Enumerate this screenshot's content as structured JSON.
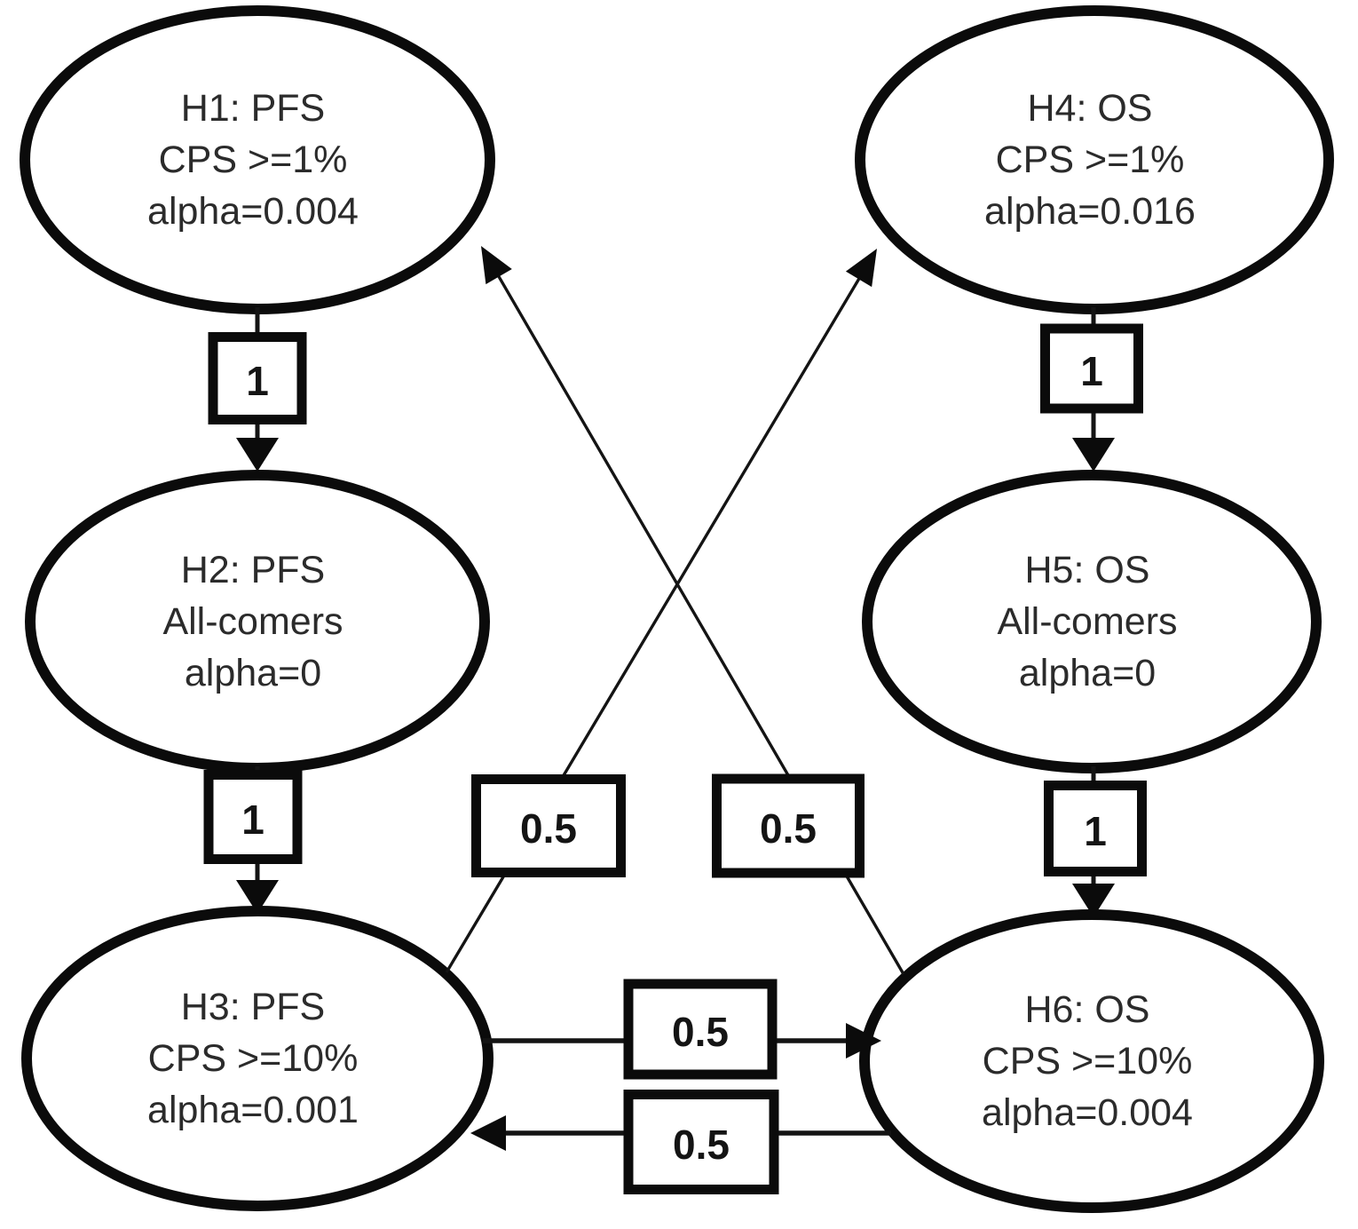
{
  "colors": {
    "background": "#ffffff",
    "stroke": "#0b0b0b",
    "edge_line": "#141414",
    "node_text": "#2b2b2b",
    "weight_text": "#141414"
  },
  "nodes": [
    {
      "id": "H1",
      "lines": [
        "H1: PFS",
        "CPS >=1%",
        "alpha=0.004"
      ]
    },
    {
      "id": "H2",
      "lines": [
        "H2: PFS",
        "All-comers",
        "alpha=0"
      ]
    },
    {
      "id": "H3",
      "lines": [
        "H3: PFS",
        "CPS >=10%",
        "alpha=0.001"
      ]
    },
    {
      "id": "H4",
      "lines": [
        "H4: OS",
        "CPS >=1%",
        "alpha=0.016"
      ]
    },
    {
      "id": "H5",
      "lines": [
        "H5: OS",
        "All-comers",
        "alpha=0"
      ]
    },
    {
      "id": "H6",
      "lines": [
        "H6: OS",
        "CPS >=10%",
        "alpha=0.004"
      ]
    }
  ],
  "edges": [
    {
      "from": "H1",
      "to": "H2",
      "weight": "1"
    },
    {
      "from": "H2",
      "to": "H3",
      "weight": "1"
    },
    {
      "from": "H4",
      "to": "H5",
      "weight": "1"
    },
    {
      "from": "H5",
      "to": "H6",
      "weight": "1"
    },
    {
      "from": "H3",
      "to": "H4",
      "weight": "0.5"
    },
    {
      "from": "H6",
      "to": "H1",
      "weight": "0.5"
    },
    {
      "from": "H3",
      "to": "H6",
      "weight": "0.5"
    },
    {
      "from": "H6",
      "to": "H3",
      "weight": "0.5"
    }
  ]
}
